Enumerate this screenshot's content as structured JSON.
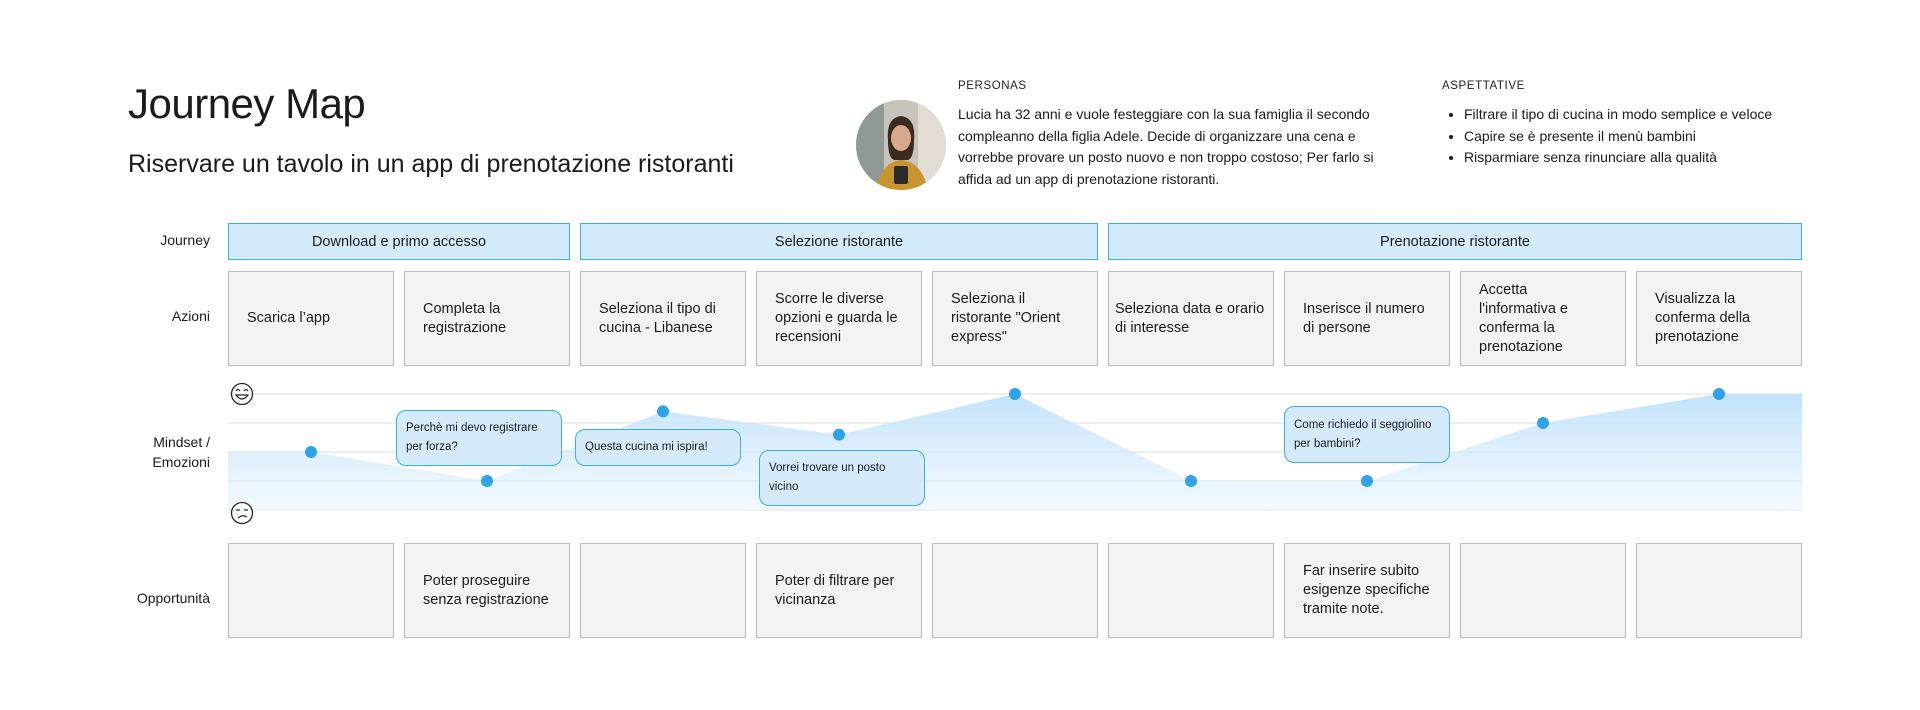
{
  "header": {
    "title": "Journey Map",
    "subtitle": "Riservare un tavolo in un app di prenotazione ristoranti"
  },
  "personas": {
    "heading": "PERSONAS",
    "text": "Lucia ha 32 anni e vuole festeggiare con la sua famiglia il secondo compleanno della figlia Adele. Decide di organizzare una cena e vorrebbe provare un posto nuovo e non troppo costoso; Per farlo si affida ad un app di prenotazione ristoranti."
  },
  "aspettative": {
    "heading": "ASPETTATIVE",
    "items": [
      "Filtrare il tipo di cucina in modo semplice e veloce",
      "Capire se è presente il menù bambini",
      "Risparmiare senza rinunciare alla qualità"
    ]
  },
  "row_labels": {
    "journey": "Journey",
    "azioni": "Azioni",
    "mindset_1": "Mindset /",
    "mindset_2": "Emozioni",
    "opportunita": "Opportunità"
  },
  "phases": [
    "Download e primo accesso",
    "Selezione ristorante",
    "Prenotazione ristorante"
  ],
  "actions": [
    "Scarica l’app",
    "Completa la registrazione",
    "Seleziona il tipo di cucina - Libanese",
    "Scorre le diverse opzioni e guarda le recensioni",
    "Seleziona il ristorante \"Orient express\"",
    "Seleziona data e orario di interesse",
    "Inserisce il numero di persone",
    "Accetta l'informativa e conferma la prenotazione",
    "Visualizza la conferma della prenotazione"
  ],
  "emotion_scale": {
    "top_icon": "happy-face-icon",
    "bottom_icon": "unhappy-face-icon"
  },
  "emotion_levels": [
    0.5,
    0.25,
    0.85,
    0.65,
    1.0,
    0.25,
    0.25,
    0.75,
    1.0
  ],
  "thoughts": [
    "Perchè mi devo registrare per forza?",
    "Questa cucina mi ispira!",
    "Vorrei trovare un posto vicino",
    "Come richiedo il seggiolino per bambini?"
  ],
  "opportunities": [
    "",
    "Poter proseguire senza registrazione",
    "",
    "Poter di filtrare per vicinanza",
    "",
    "",
    "Far inserire subito esigenze specifiche tramite note.",
    "",
    ""
  ],
  "colors": {
    "accent": "#2ea3ec",
    "phase_fill": "#d3ebfb",
    "card_fill": "#f3f3f3"
  }
}
